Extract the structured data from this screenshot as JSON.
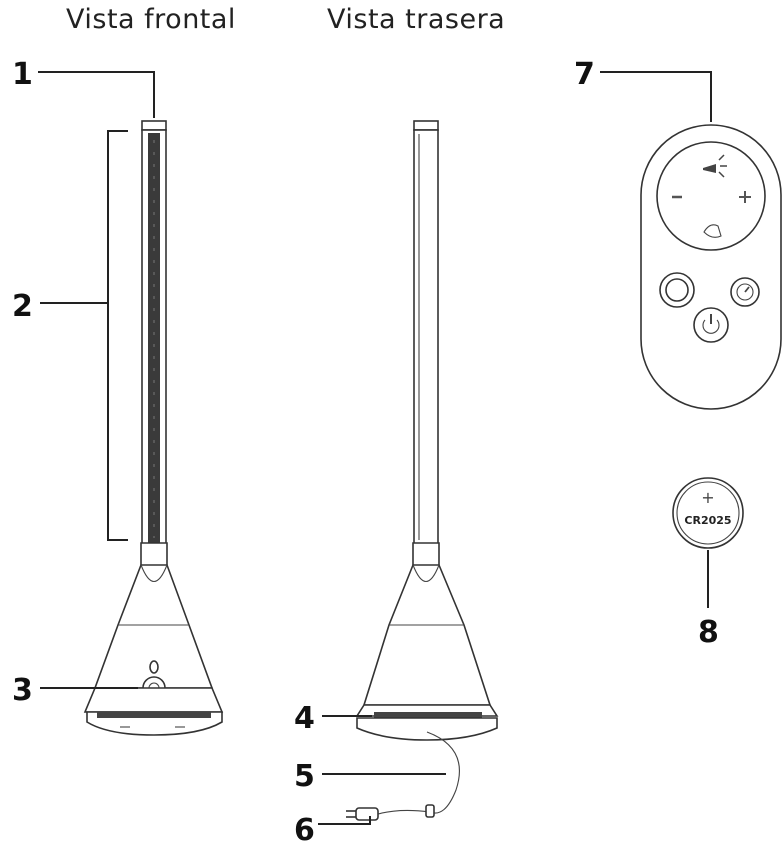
{
  "titles": {
    "front": "Vista frontal",
    "back": "Vista trasera"
  },
  "callouts": [
    "1",
    "2",
    "3",
    "4",
    "5",
    "6",
    "7",
    "8"
  ],
  "battery": {
    "plus": "+",
    "label": "CR2025"
  },
  "remote_icons": [
    "fan-speed-icon",
    "minus-icon",
    "plus-icon",
    "light-icon",
    "round-button-icon",
    "timer-icon",
    "power-icon"
  ]
}
